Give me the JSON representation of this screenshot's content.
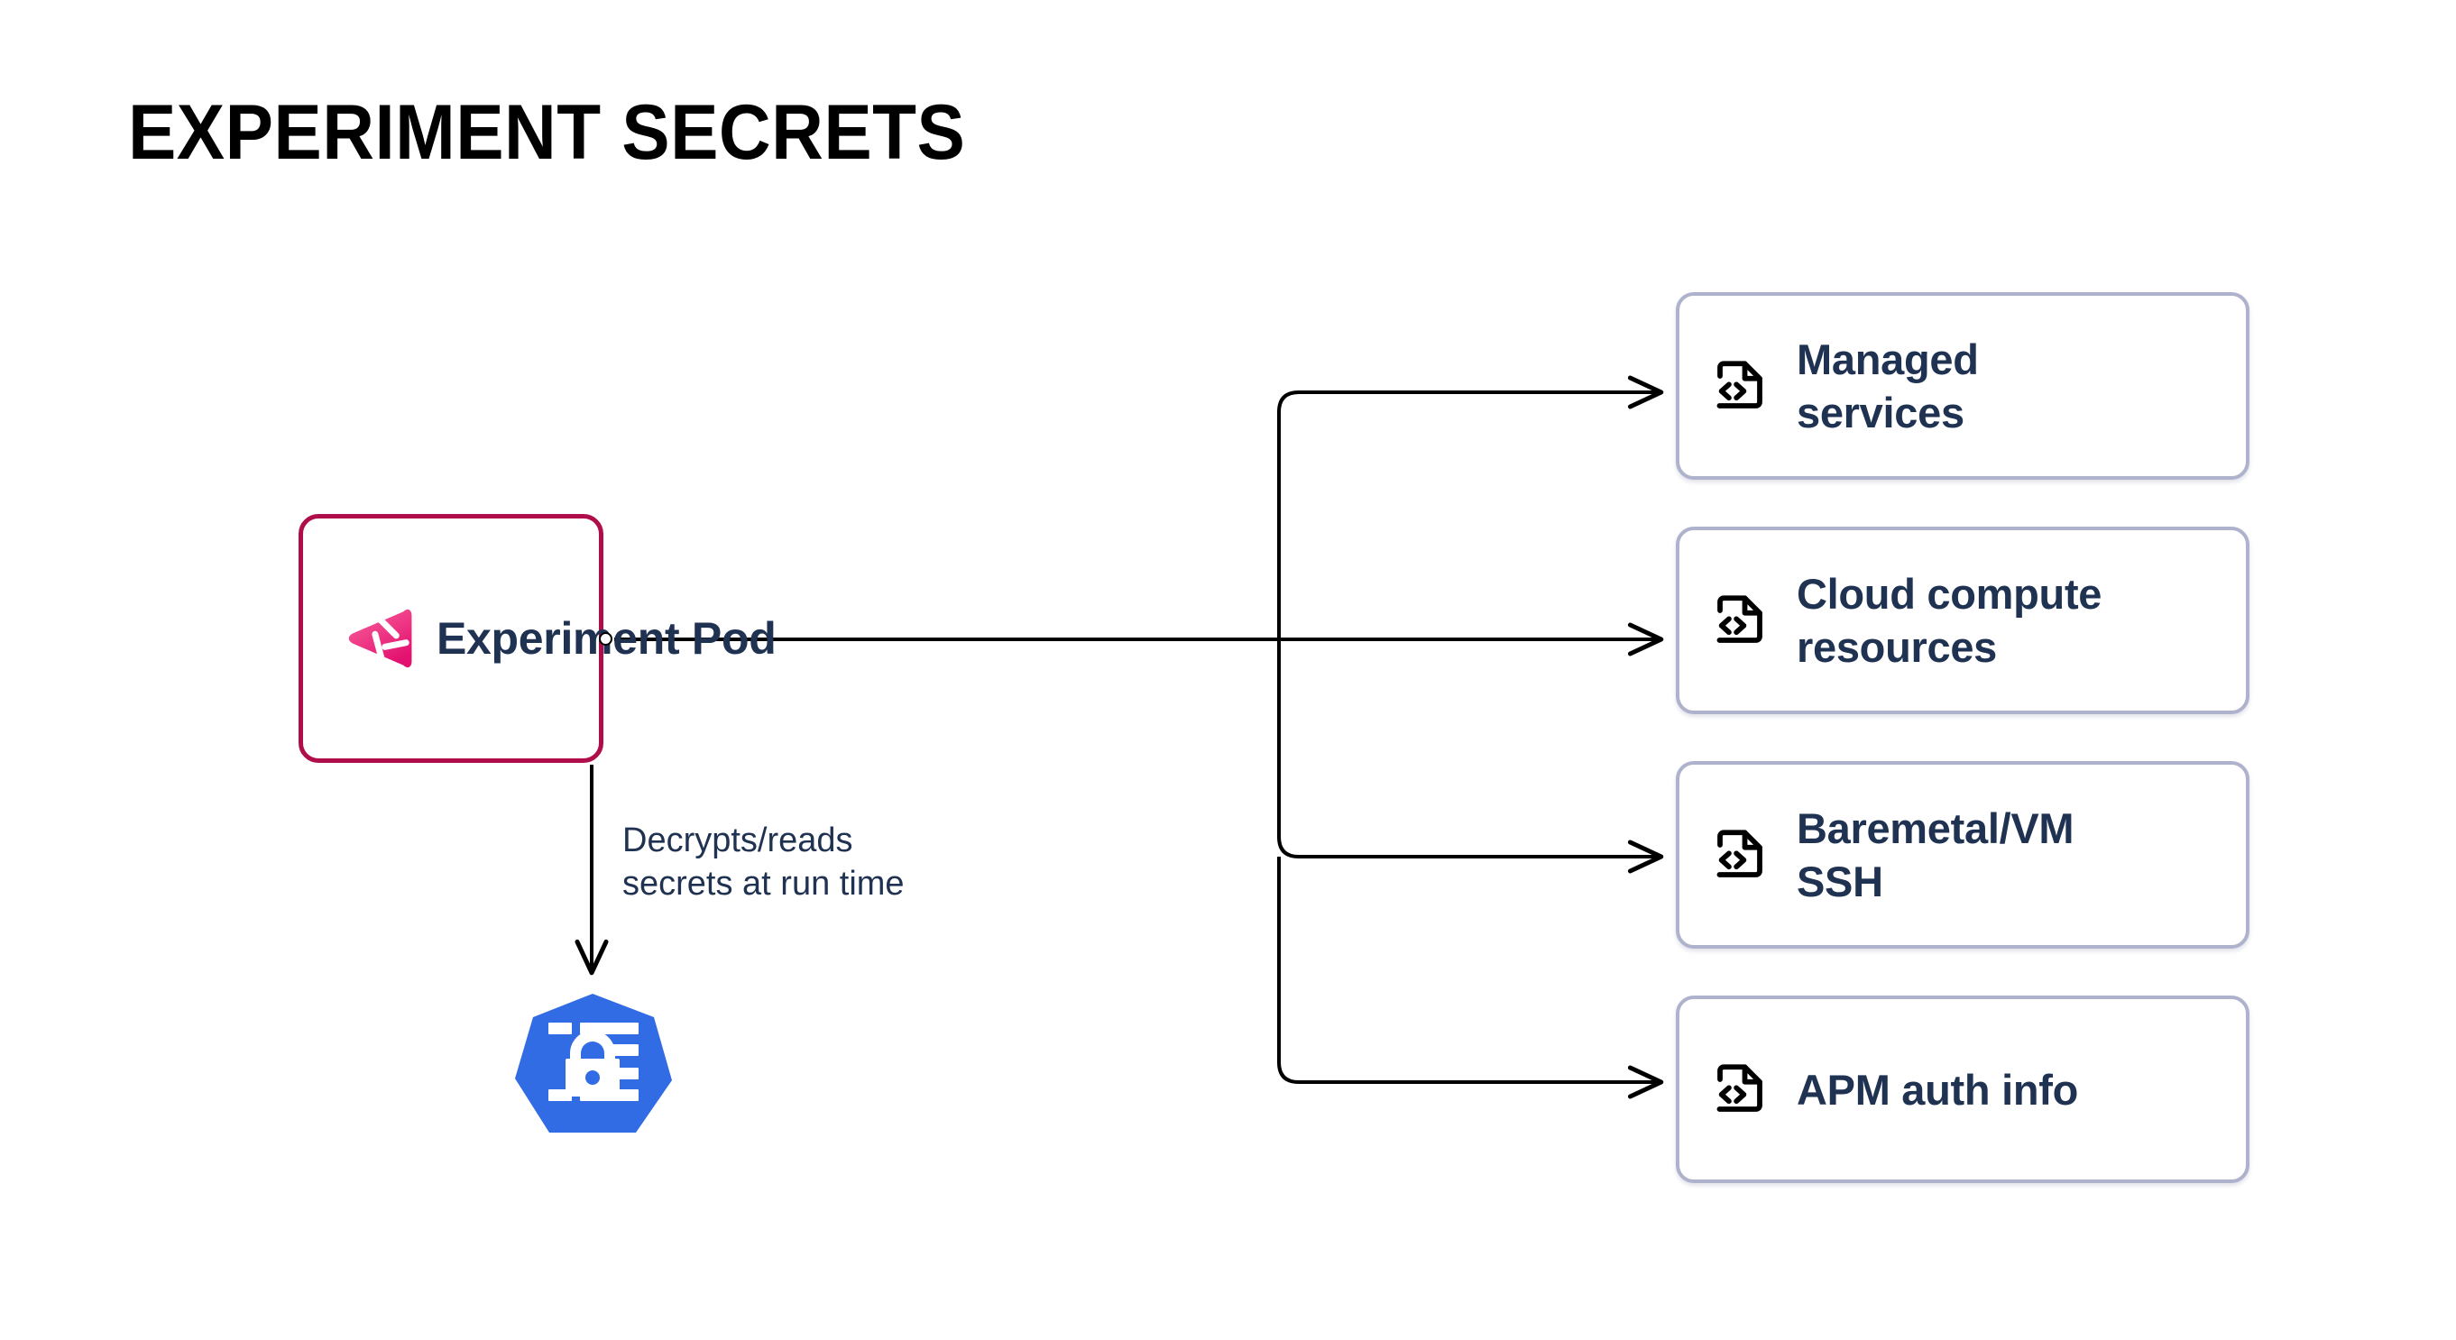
{
  "page": {
    "title": "EXPERIMENT SECRETS",
    "background_color": "#ffffff"
  },
  "colors": {
    "pod_border": "#AF0E4B",
    "pod_logo_pink": "#F0508F",
    "pod_logo_magenta": "#E6197B",
    "text_navy": "#1F3251",
    "card_border": "#AEB2CC",
    "kubernetes_blue": "#326CE5",
    "connector_black": "#000000"
  },
  "pod": {
    "label": "Experiment Pod",
    "logo_name": "litmuschaos-logo",
    "port_name": "pod-output-port"
  },
  "edges": {
    "secret_label": "Decrypts/reads\nsecrets at run time",
    "secret_label_line1": "Decrypts/reads",
    "secret_label_line2": "secrets at run time"
  },
  "secret_node": {
    "label": "secret",
    "icon_name": "kubernetes-secret-icon"
  },
  "resources": {
    "icon_name": "file-code-icon",
    "cards": [
      {
        "label": "Managed services",
        "line1": "Managed",
        "line2": "services"
      },
      {
        "label": "Cloud compute resources",
        "line1": "Cloud compute",
        "line2": "resources"
      },
      {
        "label": "Baremetal/VM SSH",
        "line1": "Baremetal/VM",
        "line2": "SSH"
      },
      {
        "label": "APM auth info",
        "line1": "APM auth info",
        "line2": ""
      }
    ]
  }
}
